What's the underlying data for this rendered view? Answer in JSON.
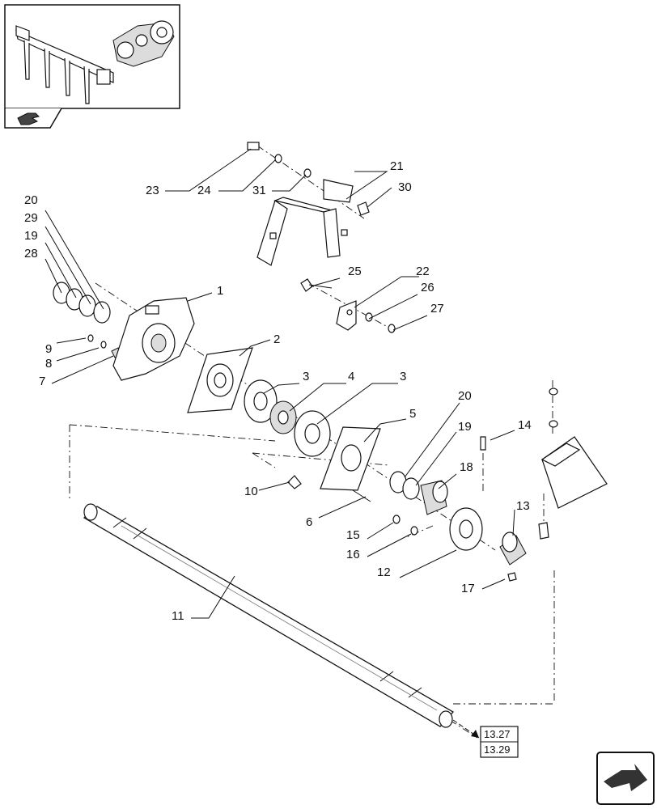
{
  "diagram": {
    "callouts": [
      {
        "id": "c23",
        "text": "23"
      },
      {
        "id": "c24",
        "text": "24"
      },
      {
        "id": "c31",
        "text": "31"
      },
      {
        "id": "c21",
        "text": "21"
      },
      {
        "id": "c30",
        "text": "30"
      },
      {
        "id": "c20a",
        "text": "20"
      },
      {
        "id": "c29",
        "text": "29"
      },
      {
        "id": "c19a",
        "text": "19"
      },
      {
        "id": "c28",
        "text": "28"
      },
      {
        "id": "c25",
        "text": "25"
      },
      {
        "id": "c22",
        "text": "22"
      },
      {
        "id": "c26",
        "text": "26"
      },
      {
        "id": "c27",
        "text": "27"
      },
      {
        "id": "c1",
        "text": "1"
      },
      {
        "id": "c9",
        "text": "9"
      },
      {
        "id": "c8",
        "text": "8"
      },
      {
        "id": "c7",
        "text": "7"
      },
      {
        "id": "c2",
        "text": "2"
      },
      {
        "id": "c3a",
        "text": "3"
      },
      {
        "id": "c4",
        "text": "4"
      },
      {
        "id": "c3b",
        "text": "3"
      },
      {
        "id": "c5",
        "text": "5"
      },
      {
        "id": "c20b",
        "text": "20"
      },
      {
        "id": "c19b",
        "text": "19"
      },
      {
        "id": "c14",
        "text": "14"
      },
      {
        "id": "c18",
        "text": "18"
      },
      {
        "id": "c10",
        "text": "10"
      },
      {
        "id": "c6",
        "text": "6"
      },
      {
        "id": "c13",
        "text": "13"
      },
      {
        "id": "c15",
        "text": "15"
      },
      {
        "id": "c16",
        "text": "16"
      },
      {
        "id": "c12",
        "text": "12"
      },
      {
        "id": "c17",
        "text": "17"
      },
      {
        "id": "c11",
        "text": "11"
      }
    ],
    "references": {
      "top": "13.27",
      "bottom": "13.29"
    },
    "icons": {
      "overview_thumbnail": "assembly-overview-icon",
      "back_arrow": "hand-arrow-icon",
      "next_page": "next-page-arrow-icon"
    }
  }
}
